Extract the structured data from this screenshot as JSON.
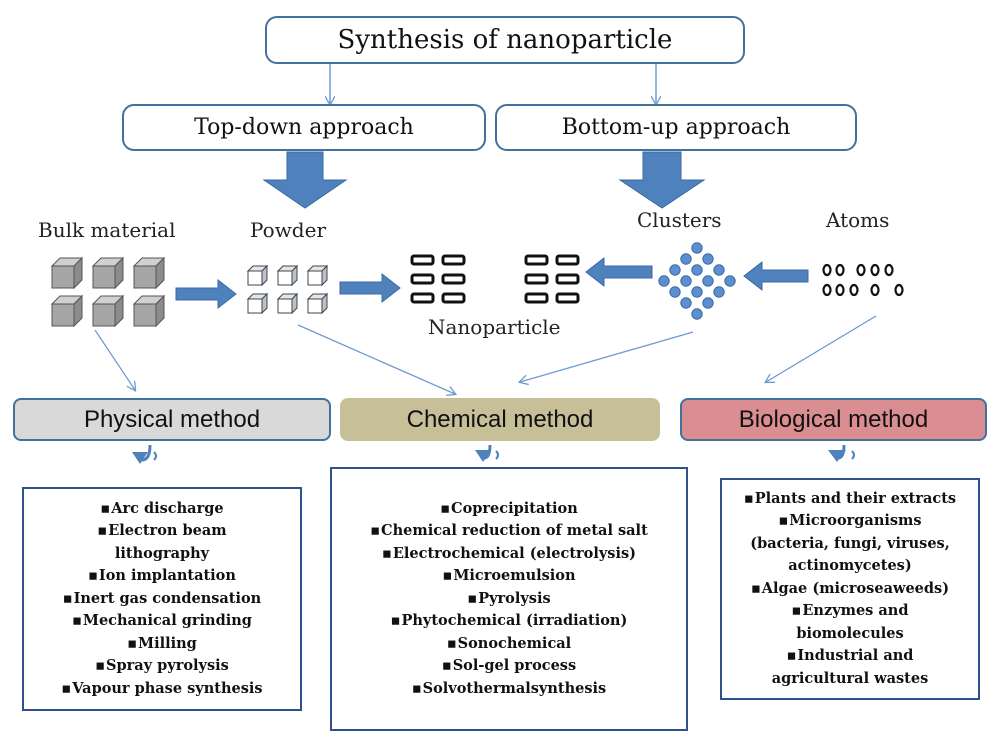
{
  "title": "Synthesis of nanoparticle",
  "approaches": {
    "top_down": "Top-down approach",
    "bottom_up": "Bottom-up approach"
  },
  "labels": {
    "bulk": "Bulk material",
    "powder": "Powder",
    "nanoparticle": "Nanoparticle",
    "clusters": "Clusters",
    "atoms": "Atoms"
  },
  "methods": {
    "physical": {
      "title": "Physical method",
      "color": "#d9d9d9",
      "items": [
        "Arc discharge",
        "Electron beam",
        "lithography",
        "Ion implantation",
        "Inert gas condensation",
        "Mechanical grinding",
        "Milling",
        "Spray pyrolysis",
        "Vapour phase synthesis"
      ]
    },
    "chemical": {
      "title": "Chemical method",
      "color": "#c7bf98",
      "items": [
        "Coprecipitation",
        "Chemical reduction of metal salt",
        "Electrochemical  (electrolysis)",
        "Microemulsion",
        "Pyrolysis",
        "Phytochemical (irradiation)",
        "Sonochemical",
        "Sol-gel process",
        "Solvothermalsynthesis"
      ]
    },
    "biological": {
      "title": "Biological method",
      "color": "#da8e92",
      "items": [
        "Plants and their extracts",
        "Microorganisms",
        "(bacteria, fungi, viruses,",
        "actinomycetes)",
        "Algae (microseaweeds)",
        "Enzymes and",
        "biomolecules",
        "Industrial  and",
        "agricultural wastes"
      ]
    }
  },
  "colors": {
    "arrow": "#4f81bd",
    "border": "#41719c",
    "cube_face": "#a6a6a6",
    "cube_top": "#d0d0d0",
    "dot": "#5b8fd0"
  }
}
